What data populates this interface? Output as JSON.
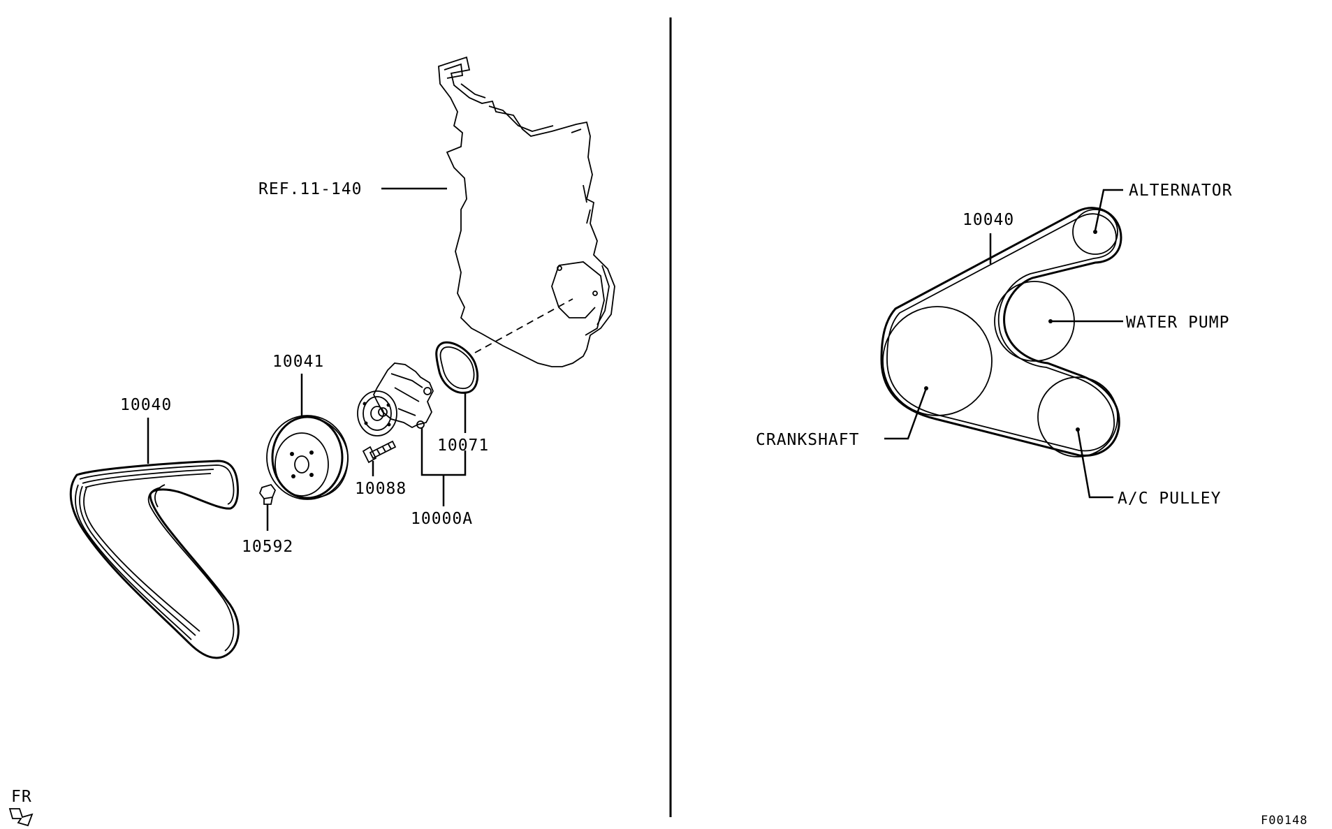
{
  "left_panel": {
    "labels": {
      "ref": "REF.11-140",
      "belt": "10040",
      "pulley": "10041",
      "bolt_small": "10592",
      "bolt": "10088",
      "gasket": "10071",
      "pump_assy": "10000A"
    }
  },
  "right_panel": {
    "labels": {
      "belt": "10040",
      "alternator": "ALTERNATOR",
      "water_pump": "WATER PUMP",
      "crankshaft": "CRANKSHAFT",
      "ac_pulley": "A/C PULLEY"
    }
  },
  "footer": {
    "direction": "FR",
    "figure_code": "F00148"
  }
}
